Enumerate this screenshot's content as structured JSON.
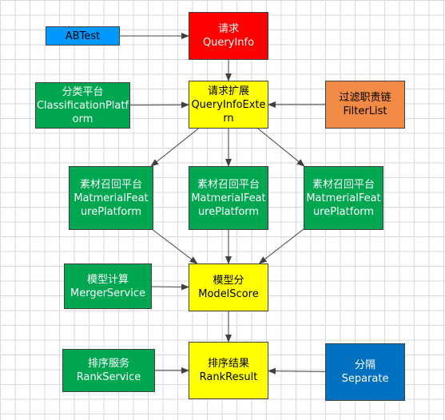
{
  "colors": {
    "red": "#ff0000",
    "yellow": "#ffff00",
    "blue": "#0099ff",
    "green": "#00a650",
    "orange": "#f08a45",
    "dark_blue": "#0070c0",
    "arrow": "#404040",
    "grid": "#d9d9d9"
  },
  "nodes": {
    "abtest": {
      "lines": [
        "ABTest"
      ],
      "fill": "blue"
    },
    "query_info": {
      "lines": [
        "请求",
        "QueryInfo"
      ],
      "fill": "red"
    },
    "classification_platform": {
      "lines": [
        "分类平台",
        "ClassificationPlatf",
        "orm"
      ],
      "fill": "green"
    },
    "query_info_extern": {
      "lines": [
        "请求扩展",
        "QueryInfoExte",
        "rn"
      ],
      "fill": "yellow"
    },
    "filter_list": {
      "lines": [
        "过滤职责链",
        "FilterList"
      ],
      "fill": "orange"
    },
    "material_left": {
      "lines": [
        "素材召回平台",
        "MatmerialFeat",
        "urePlatform"
      ],
      "fill": "green"
    },
    "material_center": {
      "lines": [
        "素材召回平台",
        "MatmerialFeat",
        "urePlatform"
      ],
      "fill": "green"
    },
    "material_right": {
      "lines": [
        "素材召回平台",
        "MatmerialFeat",
        "urePlatform"
      ],
      "fill": "green"
    },
    "merger_service": {
      "lines": [
        "模型计算",
        "MergerService"
      ],
      "fill": "green"
    },
    "model_score": {
      "lines": [
        "模型分",
        "ModelScore"
      ],
      "fill": "yellow"
    },
    "rank_service": {
      "lines": [
        "排序服务",
        "RankService"
      ],
      "fill": "green"
    },
    "rank_result": {
      "lines": [
        "排序结果",
        "RankResult"
      ],
      "fill": "yellow"
    },
    "separate": {
      "lines": [
        "分隔",
        "Separate"
      ],
      "fill": "dark_blue"
    }
  },
  "edges": [
    {
      "from": "abtest",
      "to": "query_info"
    },
    {
      "from": "query_info",
      "to": "query_info_extern"
    },
    {
      "from": "classification_platform",
      "to": "query_info_extern"
    },
    {
      "from": "filter_list",
      "to": "query_info_extern"
    },
    {
      "from": "query_info_extern",
      "to": "material_left"
    },
    {
      "from": "query_info_extern",
      "to": "material_center"
    },
    {
      "from": "query_info_extern",
      "to": "material_right"
    },
    {
      "from": "material_left",
      "to": "model_score"
    },
    {
      "from": "material_center",
      "to": "model_score"
    },
    {
      "from": "material_right",
      "to": "model_score"
    },
    {
      "from": "merger_service",
      "to": "model_score"
    },
    {
      "from": "model_score",
      "to": "rank_result"
    },
    {
      "from": "rank_service",
      "to": "rank_result"
    },
    {
      "from": "separate",
      "to": "rank_result"
    }
  ]
}
